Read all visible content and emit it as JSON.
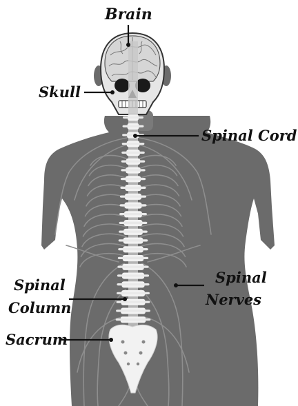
{
  "labels": {
    "brain": "Brain",
    "skull": "Skull",
    "spinal_cord": "Spinal Cord",
    "spinal_column_line1": "Spinal",
    "spinal_column_line2": "Column",
    "spinal_nerves_line1": "Spinal",
    "spinal_nerves_line2": "Nerves",
    "sacrum": "Sacrum"
  },
  "colors": {
    "body": "#6b6b6b",
    "nerves": "#8e8e8e",
    "bone": "#f2f2f2",
    "brain": "#d9d9d9",
    "spinal_cord": "#c8c8c8",
    "label_text": "#111111"
  },
  "counts": {
    "vertebrae": 24
  }
}
